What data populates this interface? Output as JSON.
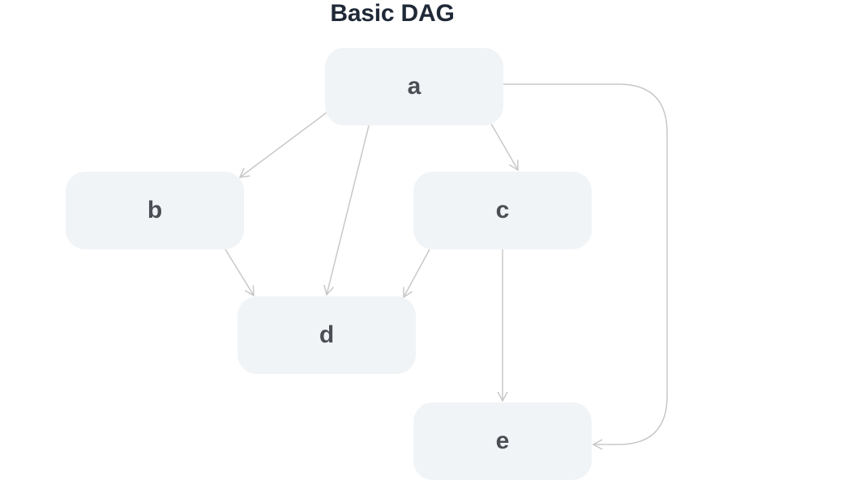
{
  "diagram": {
    "title": "Basic DAG",
    "edge_color": "#c8c8c8",
    "node_fill": "#f1f4f7",
    "nodes": [
      {
        "id": "a",
        "label": "a"
      },
      {
        "id": "b",
        "label": "b"
      },
      {
        "id": "c",
        "label": "c"
      },
      {
        "id": "d",
        "label": "d"
      },
      {
        "id": "e",
        "label": "e"
      }
    ],
    "edges": [
      {
        "from": "a",
        "to": "b"
      },
      {
        "from": "a",
        "to": "d"
      },
      {
        "from": "a",
        "to": "c"
      },
      {
        "from": "a",
        "to": "e"
      },
      {
        "from": "b",
        "to": "d"
      },
      {
        "from": "c",
        "to": "d"
      },
      {
        "from": "c",
        "to": "e"
      }
    ]
  }
}
